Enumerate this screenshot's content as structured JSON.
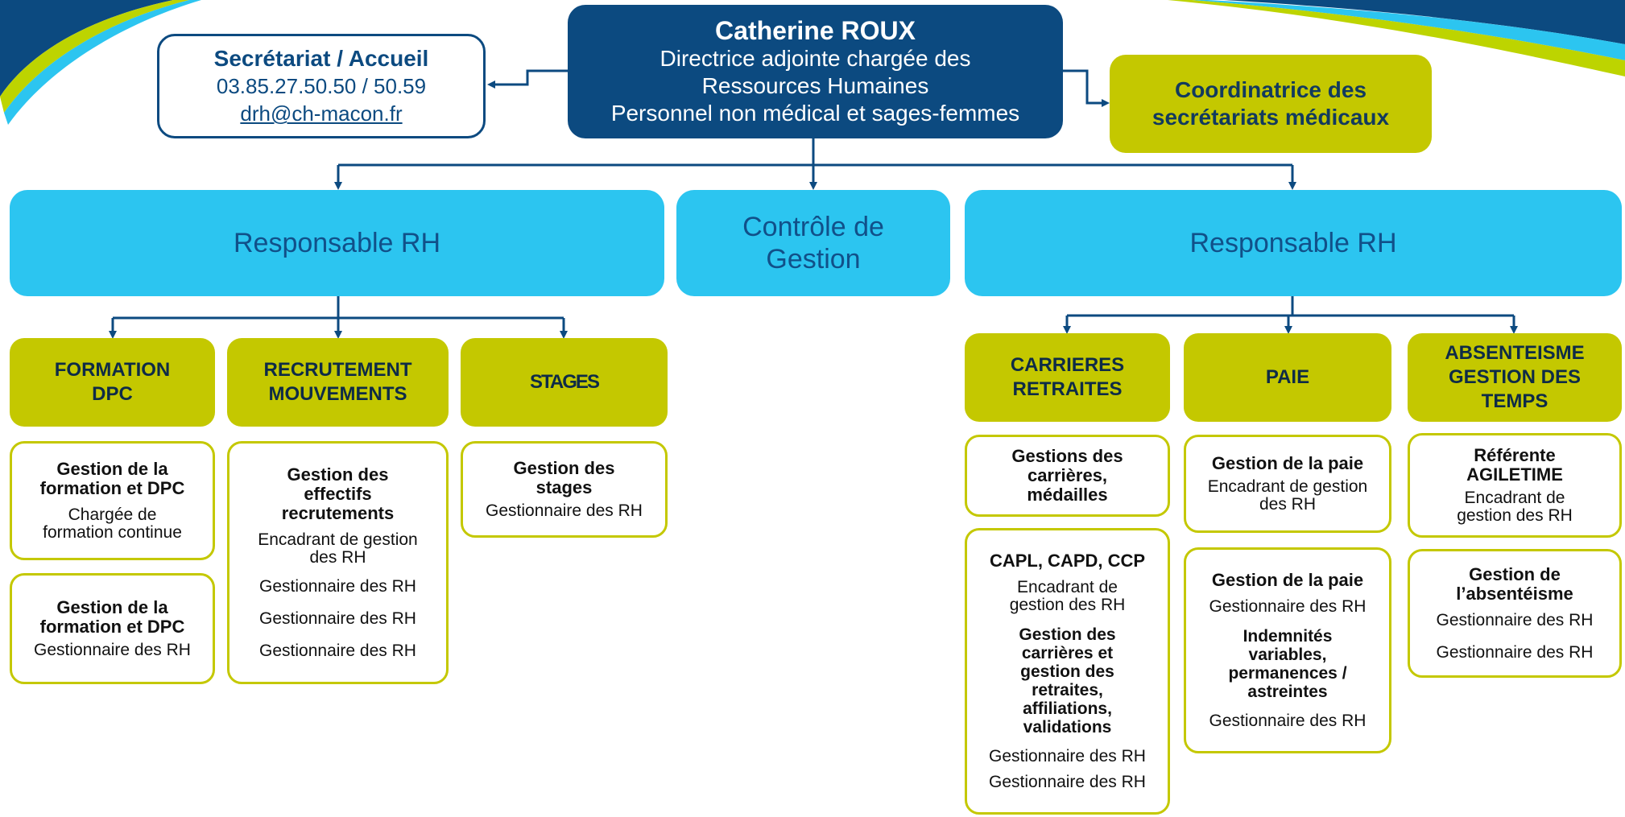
{
  "colors": {
    "navy": "#0c4a80",
    "cyan": "#2cc5f0",
    "lime": "#c4c800",
    "white": "#ffffff"
  },
  "director": {
    "name": "Catherine ROUX",
    "lines": [
      "Directrice adjointe chargée des",
      "Ressources Humaines",
      "Personnel non médical et sages-femmes"
    ]
  },
  "secretariat": {
    "title": "Secrétariat / Accueil",
    "phone": "03.85.27.50.50 / 50.59",
    "email": "drh@ch-macon.fr"
  },
  "coordinator": {
    "lines": [
      "Coordinatrice des",
      "secrétariats médicaux"
    ]
  },
  "managers": {
    "left": "Responsable RH",
    "center": [
      "Contrôle de",
      "Gestion"
    ],
    "right": "Responsable RH"
  },
  "categories": {
    "formation": [
      "FORMATION",
      "DPC"
    ],
    "recrutement": [
      "RECRUTEMENT",
      "MOUVEMENTS"
    ],
    "stages": "STAGES",
    "carrieres": [
      "CARRIERES",
      "RETRAITES"
    ],
    "paie": "PAIE",
    "absenteisme": [
      "ABSENTEISME",
      "GESTION DES",
      "TEMPS"
    ]
  },
  "cards": {
    "formation_1": {
      "title": [
        "Gestion de la",
        "formation et  DPC"
      ],
      "roles": [
        "Chargée de",
        "formation continue"
      ]
    },
    "formation_2": {
      "title": [
        "Gestion de la",
        "formation et  DPC"
      ],
      "roles": [
        "Gestionnaire des RH"
      ]
    },
    "recrutement": {
      "title": [
        "Gestion des",
        "effectifs",
        "recrutements"
      ],
      "roles": [
        "Encadrant de gestion",
        "des RH",
        "Gestionnaire des RH",
        "Gestionnaire des RH",
        "Gestionnaire des RH"
      ]
    },
    "stages": {
      "title": [
        "Gestion des",
        "stages"
      ],
      "roles": [
        "Gestionnaire des RH"
      ]
    },
    "carrieres_1": {
      "title": [
        "Gestions des",
        "carrières,",
        "médailles"
      ]
    },
    "carrieres_2": {
      "title": "CAPL, CAPD, CCP",
      "roles1": [
        "Encadrant de",
        "gestion des RH"
      ],
      "title2": [
        "Gestion des",
        "carrières et",
        "gestion des",
        "retraites,",
        "affiliations,",
        "validations"
      ],
      "roles2": [
        "Gestionnaire des RH",
        "Gestionnaire des RH"
      ]
    },
    "paie_1": {
      "title": "Gestion de la paie",
      "roles": [
        "Encadrant de gestion",
        "des RH"
      ]
    },
    "paie_2": {
      "title": "Gestion de la paie",
      "roles1": [
        "Gestionnaire des RH"
      ],
      "title2": [
        "Indemnités",
        "variables,",
        "permanences /",
        "astreintes"
      ],
      "roles2": [
        "Gestionnaire des RH"
      ]
    },
    "abs_1": {
      "title": [
        "Référente",
        "AGILETIME"
      ],
      "roles": [
        "Encadrant de",
        "gestion des RH"
      ]
    },
    "abs_2": {
      "title": [
        "Gestion de",
        "l’absentéisme"
      ],
      "roles": [
        "Gestionnaire des RH",
        "Gestionnaire des RH"
      ]
    }
  }
}
